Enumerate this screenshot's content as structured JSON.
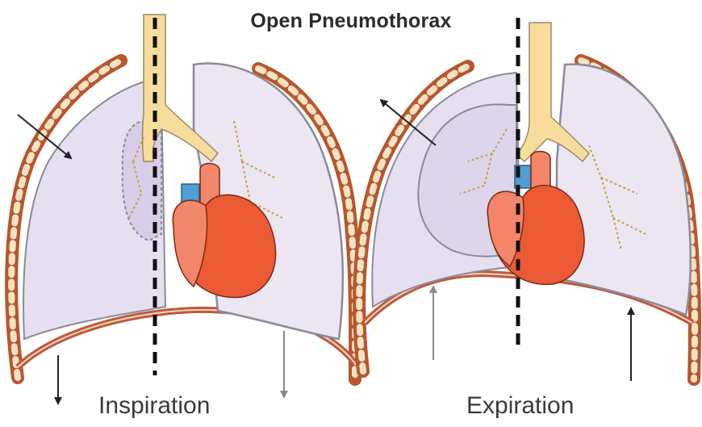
{
  "diagram": {
    "title": "Open Pneumothorax",
    "panels": [
      {
        "caption": "Inspiration"
      },
      {
        "caption": "Expiration"
      }
    ]
  },
  "colors": {
    "lung_fill": "#e3dcee",
    "lung_outline": "#8a8a9a",
    "collapsed_lung_fill": "#d7cde6",
    "trachea": "#f7dc9c",
    "bronchi_dots": "#c9a040",
    "heart": "#ec5a35",
    "heart_light": "#f3866a",
    "aorta_blue": "#4f9fd2",
    "rib_muscle": "#b8562e",
    "rib_bone": "#f6e3c4",
    "diaphragm": "#c0593a",
    "midline": "#111111",
    "arrow_dark": "#222222",
    "arrow_gray": "#8a8a8a"
  }
}
